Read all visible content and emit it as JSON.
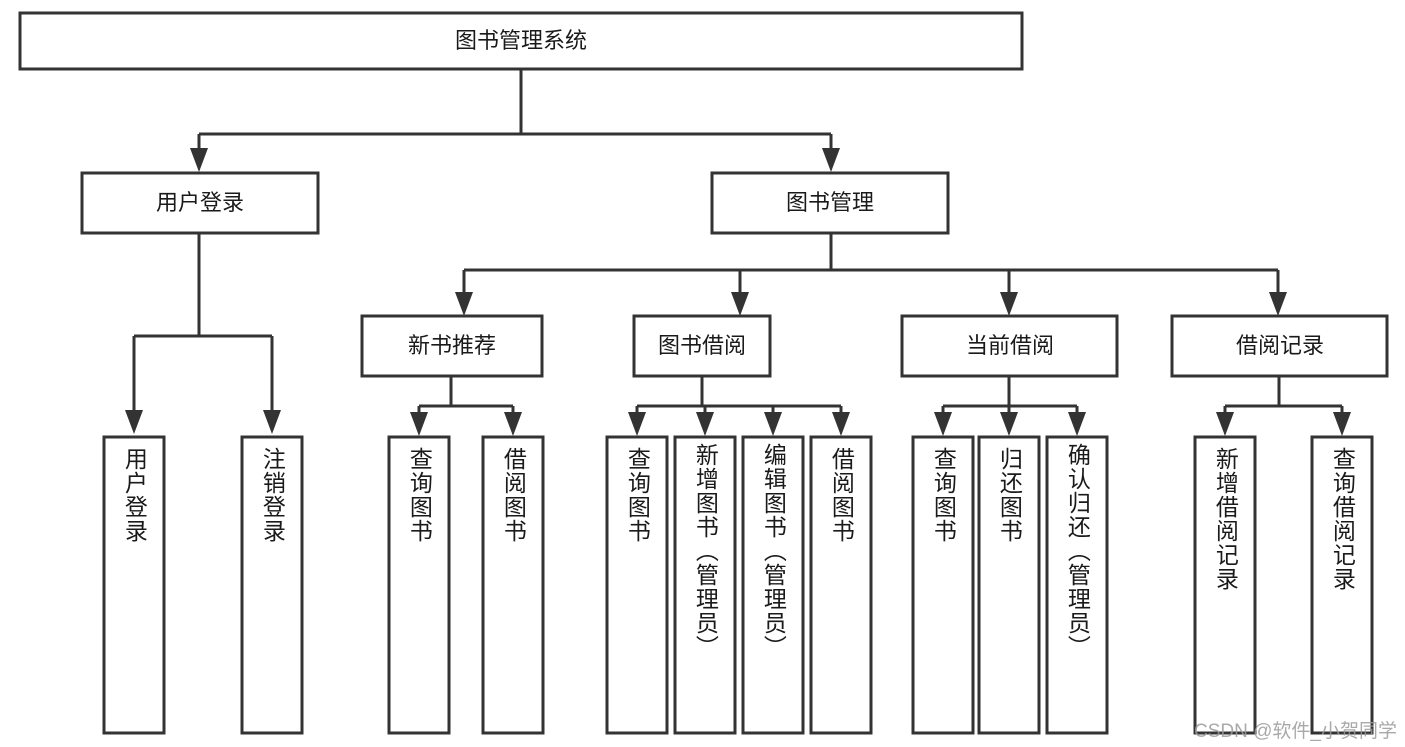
{
  "diagram": {
    "type": "tree-hierarchy-chart",
    "title": "图书管理系统",
    "orientation": "top-down",
    "colors": {
      "stroke": "#333333",
      "box_fill": "#ffffff",
      "text": "#1a1a1a",
      "background": "#ffffff",
      "watermark": "#9b9b9b"
    },
    "root": {
      "label": "图书管理系统"
    },
    "level2": [
      {
        "label": "用户登录"
      },
      {
        "label": "图书管理"
      }
    ],
    "level3": [
      {
        "label": "新书推荐"
      },
      {
        "label": "图书借阅"
      },
      {
        "label": "当前借阅"
      },
      {
        "label": "借阅记录"
      }
    ],
    "leaves": {
      "user_login": [
        {
          "label": "用户登录"
        },
        {
          "label": "注销登录"
        }
      ],
      "new_book_recommend": [
        {
          "label": "查询图书"
        },
        {
          "label": "借阅图书"
        }
      ],
      "book_borrow": [
        {
          "label": "查询图书"
        },
        {
          "label": "新增图书（管理员）"
        },
        {
          "label": "编辑图书（管理员）"
        },
        {
          "label": "借阅图书"
        }
      ],
      "current_borrow": [
        {
          "label": "查询图书"
        },
        {
          "label": "归还图书"
        },
        {
          "label": "确认归还（管理员）"
        }
      ],
      "borrow_record": [
        {
          "label": "新增借阅记录"
        },
        {
          "label": "查询借阅记录"
        }
      ]
    },
    "watermark": "CSDN @软件_小贺同学"
  }
}
